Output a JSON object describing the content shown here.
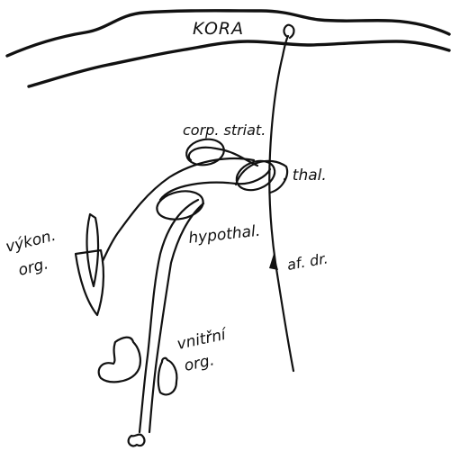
{
  "labels": {
    "cortex": "KORA",
    "striatum": "corp. striat.",
    "thalamus": ". thal.",
    "hypothalamus": "hypothal.",
    "effector_line1": "výkon.",
    "effector_line2": "org.",
    "internal_line1": "vnitřní",
    "internal_line2": "org.",
    "afferent": "af. dr."
  },
  "colors": {
    "ink": "#111111",
    "paper": "#ffffff"
  }
}
